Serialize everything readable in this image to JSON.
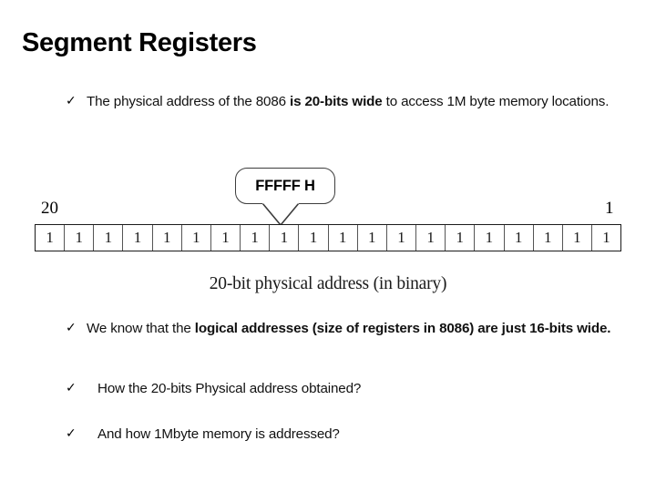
{
  "slide": {
    "title": "Segment Registers"
  },
  "bullets": [
    {
      "marker": "✓",
      "segments": [
        {
          "text": "The physical address of the 8086 ",
          "bold": false
        },
        {
          "text": "is 20-bits wide",
          "bold": true
        },
        {
          "text": " to access 1M byte memory locations.",
          "bold": false
        }
      ]
    },
    {
      "marker": "✓",
      "segments": [
        {
          "text": "We know that the ",
          "bold": false
        },
        {
          "text": "logical addresses (size of registers in 8086) are just 16-bits wide.",
          "bold": true
        }
      ]
    },
    {
      "marker": "✓",
      "segments": [
        {
          "text": "How the 20-bits Physical address obtained?",
          "bold": false
        }
      ]
    },
    {
      "marker": "✓",
      "segments": [
        {
          "text": "And how 1Mbyte memory is addressed?",
          "bold": false
        }
      ]
    }
  ],
  "diagram": {
    "callout_label": "FFFFF H",
    "index_left": "20",
    "index_right": "1",
    "bits": [
      "1",
      "1",
      "1",
      "1",
      "1",
      "1",
      "1",
      "1",
      "1",
      "1",
      "1",
      "1",
      "1",
      "1",
      "1",
      "1",
      "1",
      "1",
      "1",
      "1"
    ],
    "bit_count": 20,
    "caption": "20-bit physical address (in binary)",
    "colors": {
      "cell_border": "#555555",
      "row_border": "#1a1a1a",
      "callout_border": "#3d3d3d",
      "text": "#000000",
      "background": "#ffffff"
    }
  }
}
